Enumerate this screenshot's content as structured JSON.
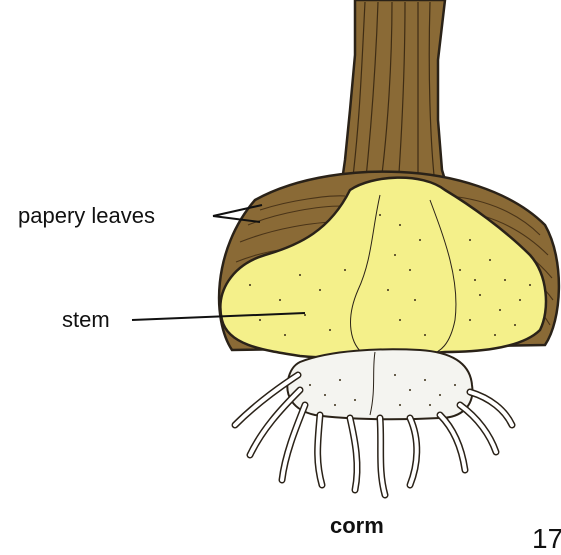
{
  "labels": {
    "papery_leaves": "papery leaves",
    "stem": "stem",
    "title": "corm",
    "page_number": "17"
  },
  "colors": {
    "papery_leaf": "#8a6a36",
    "papery_leaf_dark": "#5e4420",
    "stem_flesh": "#f4f08a",
    "new_corm": "#f4f4f0",
    "outline": "#2a2218",
    "roots": "#ffffff"
  }
}
